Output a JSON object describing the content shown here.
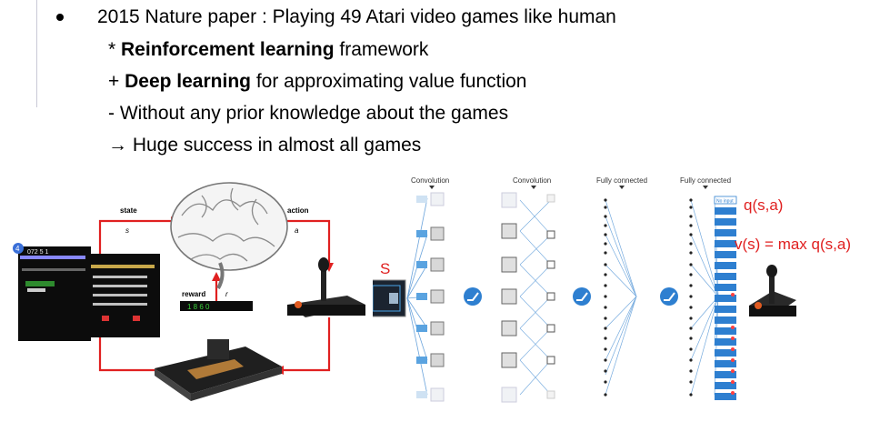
{
  "slide": {
    "bullet1": "2015 Nature paper : Playing 49 Atari video games like human",
    "sub1_prefix": "* ",
    "sub1_bold": "Reinforcement learning",
    "sub1_rest": " framework",
    "sub2_prefix": "+ ",
    "sub2_bold": "Deep learning",
    "sub2_rest": " for approximating value function",
    "sub3": "- Without any prior knowledge about the games",
    "sub4": "→ Huge success in almost all games"
  },
  "rl_loop": {
    "state": "state",
    "state_sym": "s",
    "action": "action",
    "action_sym": "a",
    "reward": "reward",
    "reward_sym": "r",
    "reward_value": "1 8 6 0",
    "score": "072 5 1",
    "badge": "4"
  },
  "network": {
    "layer1": "Convolution",
    "layer2": "Convolution",
    "layer3": "Fully connected",
    "layer4": "Fully connected",
    "no_input": "No input",
    "s_label": "S",
    "q_label": "q(s,a)",
    "v_label": "v(s) = max q(s,a)"
  },
  "colors": {
    "accent": "#2e7fd0",
    "red": "#e02020"
  }
}
